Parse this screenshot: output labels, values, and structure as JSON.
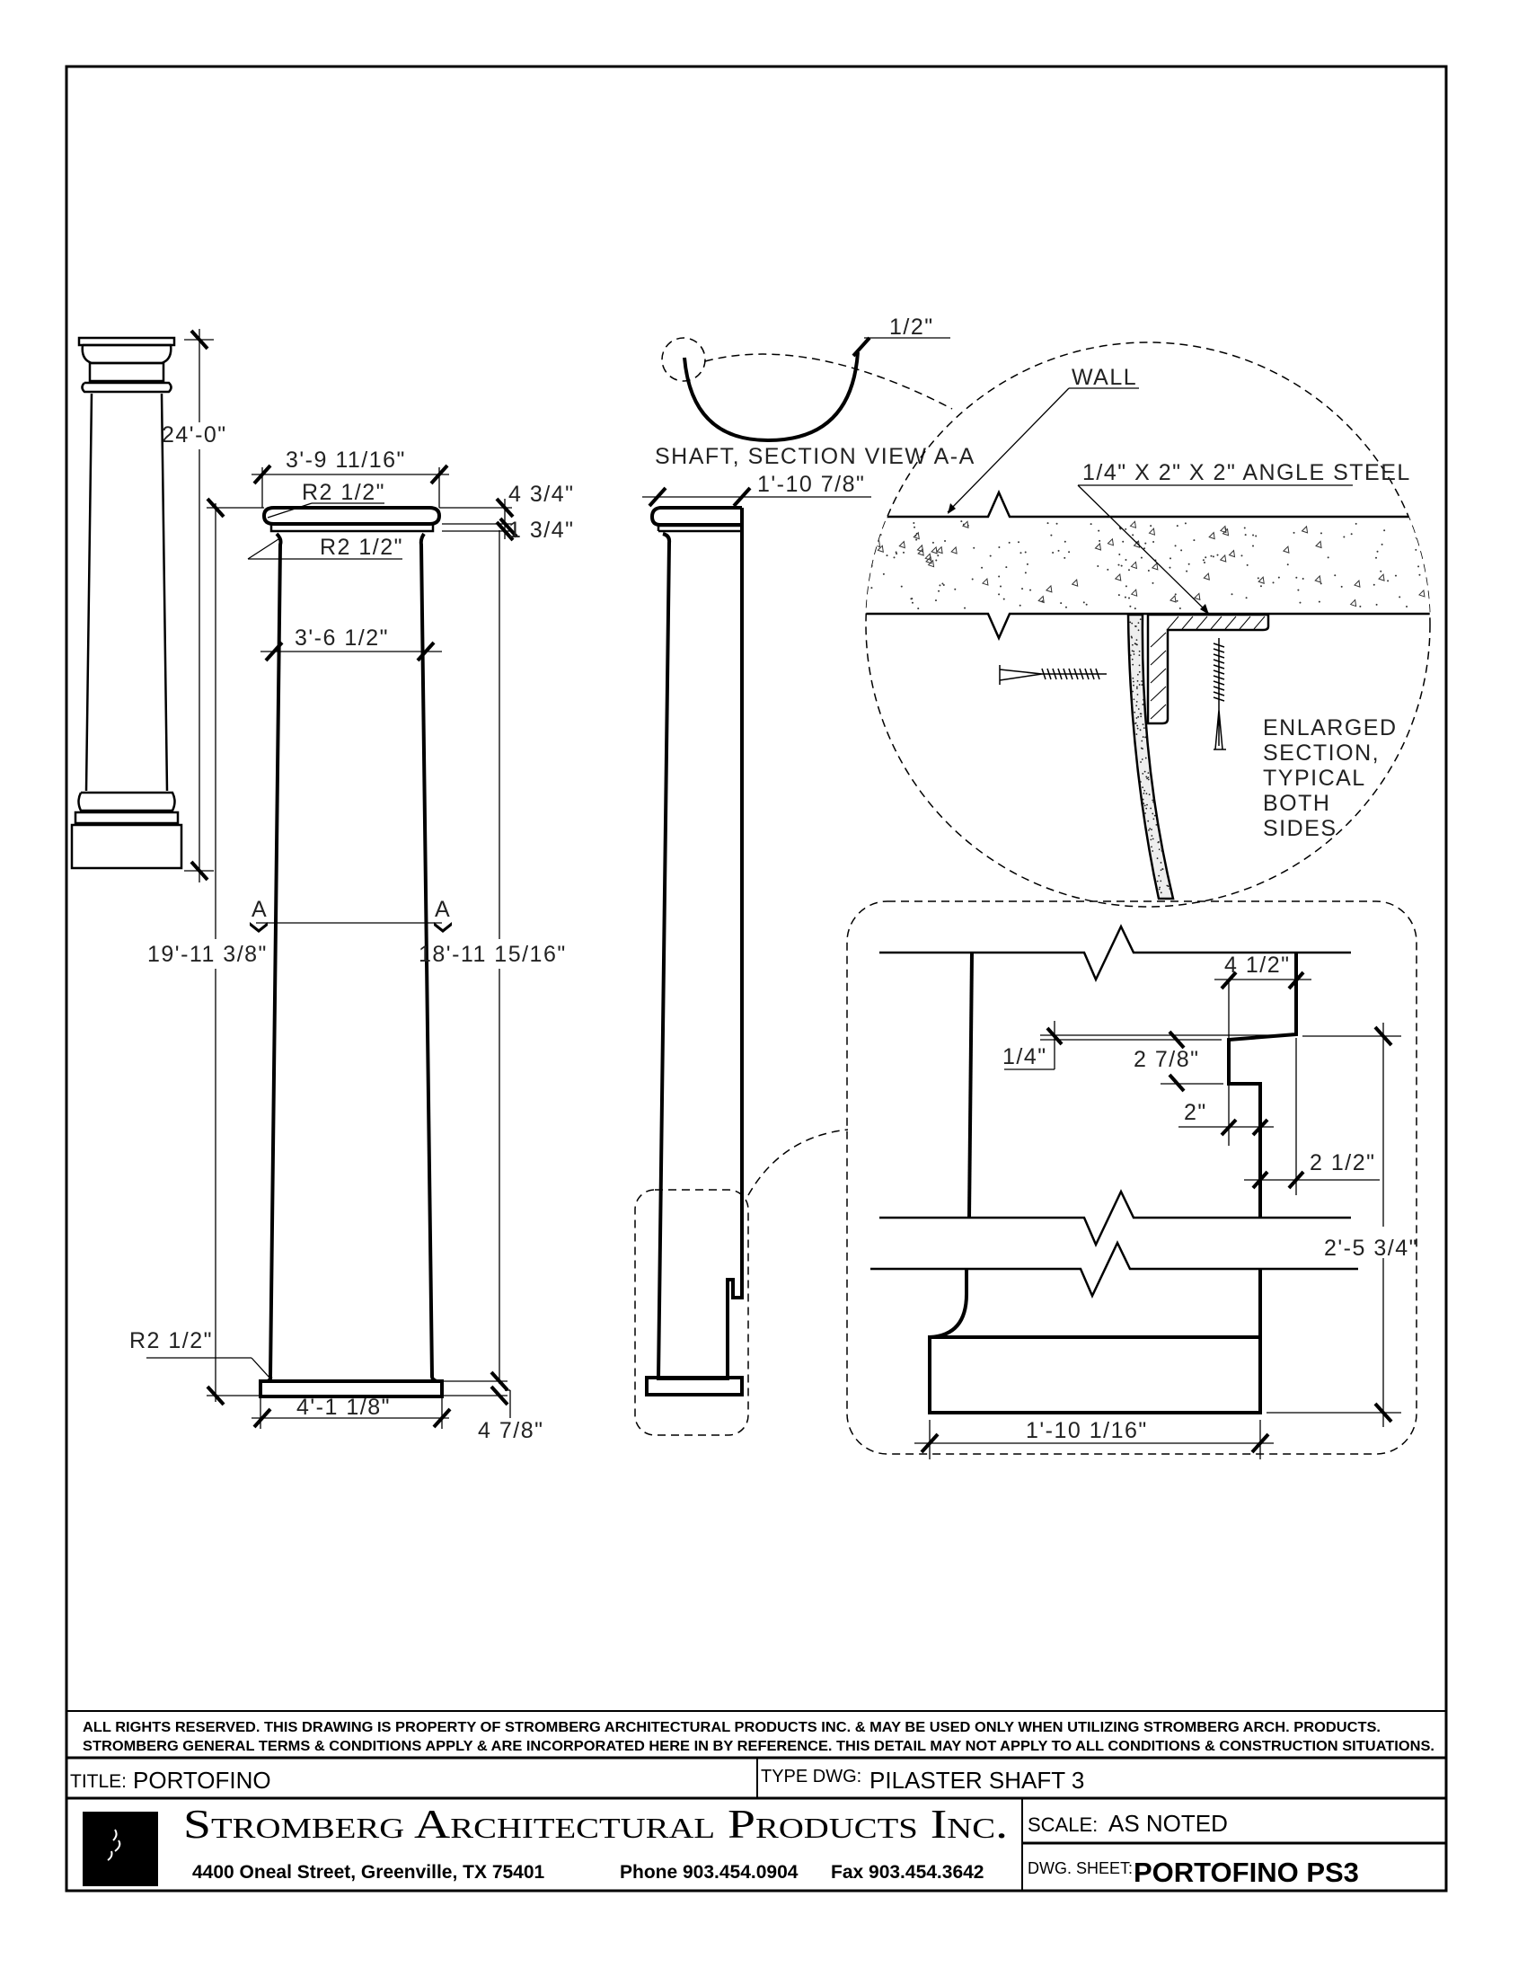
{
  "drawing": {
    "main_view": {
      "overall_height": "24'-0\"",
      "cap_width": "3'-9 11/16\"",
      "cap_radius": "R2 1/2\"",
      "cap_height": "4 3/4\"",
      "astragal_height": "1 3/4\"",
      "neck_radius": "R2 1/2\"",
      "top_width": "3'-6 1/2\"",
      "section_mark_left": "A",
      "section_mark_right": "A",
      "left_height": "19'-11 3/8\"",
      "right_height": "18'-11 15/16\"",
      "base_radius": "R2 1/2\"",
      "base_width": "4'-1 1/8\"",
      "base_height": "4 7/8\""
    },
    "side_view": {
      "depth": "1'-10 7/8\""
    },
    "section_view": {
      "thickness": "1/2\"",
      "label": "SHAFT, SECTION VIEW A-A"
    },
    "enlarged_section": {
      "wall_label": "WALL",
      "angle_label": "1/4\" X 2\" X 2\" ANGLE STEEL",
      "note_lines": [
        "ENLARGED",
        "SECTION,",
        "TYPICAL",
        "BOTH",
        "SIDES"
      ]
    },
    "base_detail": {
      "dim_top_width": "4 1/2\"",
      "dim_quarter": "1/4\"",
      "dim_notch_depth": "2 7/8\"",
      "dim_notch_height": "2\"",
      "dim_offset": "2 1/2\"",
      "dim_total_height": "2'-5 3/4\"",
      "dim_base_width": "1'-10 1/16\""
    }
  },
  "title_block": {
    "notice_line1": "ALL RIGHTS RESERVED. THIS DRAWING IS PROPERTY OF STROMBERG ARCHITECTURAL PRODUCTS INC. & MAY BE USED ONLY WHEN UTILIZING STROMBERG ARCH. PRODUCTS.",
    "notice_line2": "STROMBERG GENERAL TERMS & CONDITIONS APPLY & ARE INCORPORATED HERE IN BY REFERENCE. THIS DETAIL MAY NOT APPLY TO ALL CONDITIONS & CONSTRUCTION SITUATIONS.",
    "title_label": "TITLE:",
    "title_value": "PORTOFINO",
    "type_label": "TYPE DWG:",
    "type_value": "PILASTER SHAFT 3",
    "company_name": "Stromberg Architectural Products Inc.",
    "address": "4400 Oneal Street, Greenville, TX  75401",
    "phone": "Phone 903.454.0904",
    "fax": "Fax 903.454.3642",
    "scale_label": "SCALE:",
    "scale_value": "AS NOTED",
    "sheet_label": "DWG. SHEET:",
    "sheet_value": "PORTOFINO PS3"
  }
}
